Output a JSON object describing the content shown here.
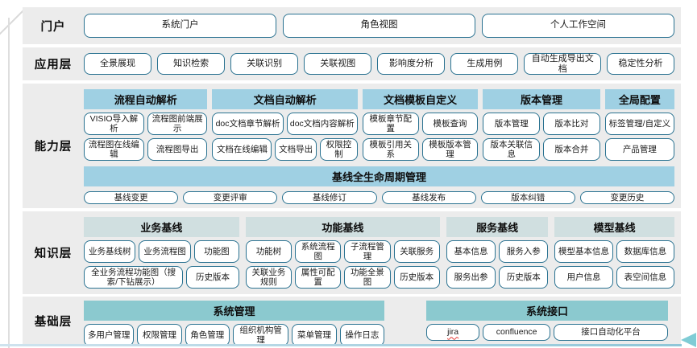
{
  "colors": {
    "band_bg": "#ececec",
    "capability_header": "#9fd0e3",
    "knowledge_header": "#d0dfe0",
    "foundation_header": "#8bc9cf",
    "box_border": "#2a7291",
    "misspell_underline": "#e53935",
    "bottom_accent": "#8fc6d8"
  },
  "layers": {
    "portal": {
      "label": "门户",
      "buttons": [
        "系统门户",
        "角色视图",
        "个人工作空间"
      ]
    },
    "application": {
      "label": "应用层",
      "buttons": [
        "全景展现",
        "知识检索",
        "关联识别",
        "关联视图",
        "影响度分析",
        "生成用例",
        "自动生成导出文档",
        "稳定性分析"
      ]
    },
    "capability": {
      "label": "能力层",
      "groups": [
        {
          "title": "流程自动解析",
          "rows": [
            [
              "VISIO导入解析",
              "流程图前端展示"
            ],
            [
              "流程图在线编辑",
              "流程图导出"
            ]
          ]
        },
        {
          "title": "文档自动解析",
          "rows": [
            [
              "doc文档章节解析",
              "doc文档内容解析"
            ],
            [
              "文档在线编辑",
              "文档导出",
              "权限控制"
            ]
          ]
        },
        {
          "title": "文档模板自定义",
          "rows": [
            [
              "模板章节配置",
              "模板查询"
            ],
            [
              "模板引用关系",
              "模板版本管理"
            ]
          ]
        },
        {
          "title": "版本管理",
          "rows": [
            [
              "版本管理",
              "版本比对"
            ],
            [
              "版本关联信息",
              "版本合并"
            ]
          ]
        },
        {
          "title": "全局配置",
          "rows": [
            [
              "标签管理/自定义"
            ],
            [
              "产品管理"
            ]
          ]
        }
      ],
      "baseline": {
        "title": "基线全生命周期管理",
        "buttons": [
          "基线变更",
          "变更评审",
          "基线修订",
          "基线发布",
          "版本纠错",
          "变更历史"
        ]
      }
    },
    "knowledge": {
      "label": "知识层",
      "groups": [
        {
          "title": "业务基线",
          "rows": [
            [
              "业务基线树",
              "业务流程图",
              "功能图"
            ],
            [
              "全业务流程功能图（搜索/下钻展示）",
              "历史版本"
            ]
          ]
        },
        {
          "title": "功能基线",
          "rows": [
            [
              "功能树",
              "系统流程图",
              "子流程管理",
              "关联服务"
            ],
            [
              "关联业务规则",
              "属性可配置",
              "功能全景图",
              "历史版本"
            ]
          ]
        },
        {
          "title": "服务基线",
          "rows": [
            [
              "基本信息",
              "服务入参"
            ],
            [
              "服务出参",
              "历史版本"
            ]
          ]
        },
        {
          "title": "模型基线",
          "rows": [
            [
              "模型基本信息",
              "数据库信息"
            ],
            [
              "用户信息",
              "表空间信息"
            ]
          ]
        }
      ]
    },
    "foundation": {
      "label": "基础层",
      "groups": [
        {
          "title": "系统管理",
          "rows": [
            [
              "多用户管理",
              "权限管理",
              "角色管理",
              "组织机构管理",
              "菜单管理",
              "操作日志"
            ]
          ]
        },
        {
          "title": "系统接口",
          "rows": [
            [
              "jira",
              "confluence",
              "接口自动化平台"
            ]
          ]
        }
      ]
    }
  }
}
